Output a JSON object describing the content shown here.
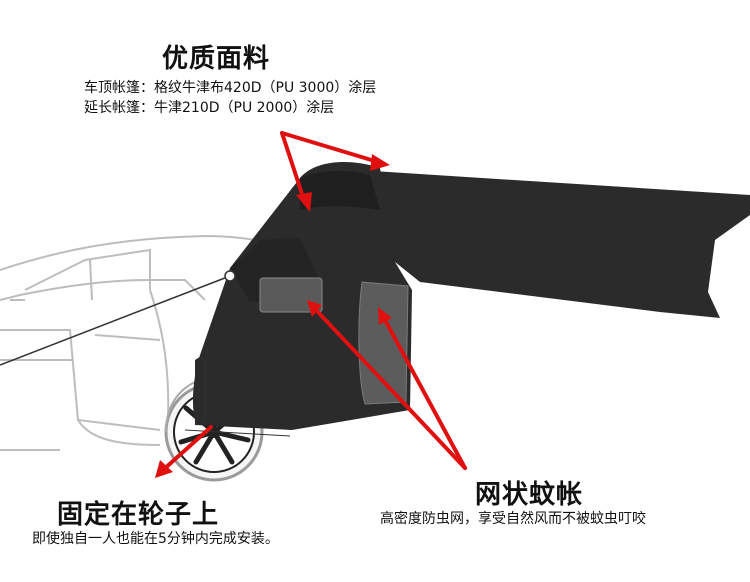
{
  "top_feature": {
    "title": "优质面料",
    "line1": "车顶帐篷：格纹牛津布420D（PU 3000）涂层",
    "line2": "延长帐篷：牛津210D（PU 2000）涂层"
  },
  "bottom_left_feature": {
    "title": "固定在轮子上",
    "caption": "即使独自一人也能在5分钟内完成安装。"
  },
  "bottom_right_feature": {
    "title": "网状蚊帐",
    "caption": "高密度防虫网，享受自然风而不被蚊虫叮咬"
  },
  "colors": {
    "tent": "#2b2b2b",
    "mesh": "#555555",
    "arrow": "#e01010",
    "car_line": "#bdbdbd"
  },
  "icons": [
    "arrow-icon",
    "car-illustration",
    "tent-illustration",
    "wheel-illustration"
  ]
}
